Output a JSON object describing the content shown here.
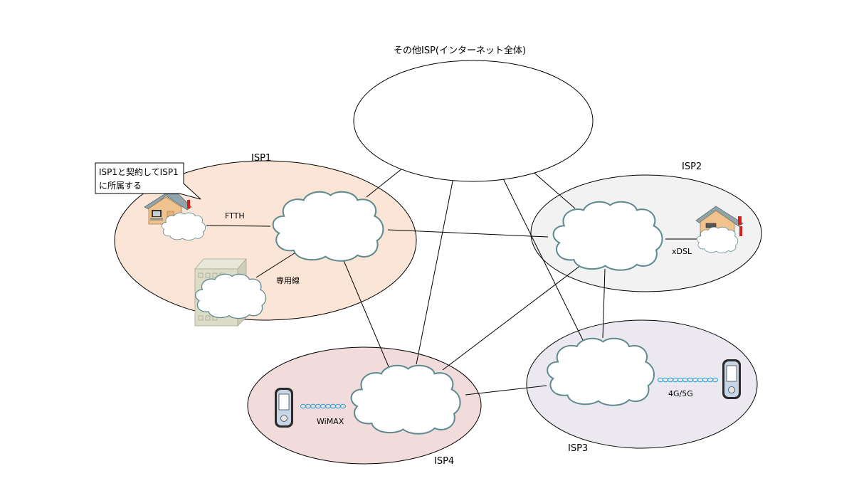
{
  "title": "その他ISP(インターネット全体)",
  "isps": [
    {
      "id": "isp1",
      "label": "ISP1",
      "fill": "#fbe5d6"
    },
    {
      "id": "isp2",
      "label": "ISP2",
      "fill": "#f2f2f2"
    },
    {
      "id": "isp3",
      "label": "ISP3",
      "fill": "#ebe8f0"
    },
    {
      "id": "isp4",
      "label": "ISP4",
      "fill": "#f2dcdb"
    }
  ],
  "internet_fill": "#ffffff",
  "connections": {
    "ftth": "FTTH",
    "leased_line": "専用線",
    "xdsl": "xDSL",
    "wimax": "WiMAX",
    "mobile": "4G/5G"
  },
  "callout": {
    "line1": "ISP1と契約してISP1",
    "line2": "に所属する"
  },
  "colors": {
    "line": "#000000",
    "cloud_stroke": "#5f8a8f",
    "wireless": "#1f9fd6"
  }
}
